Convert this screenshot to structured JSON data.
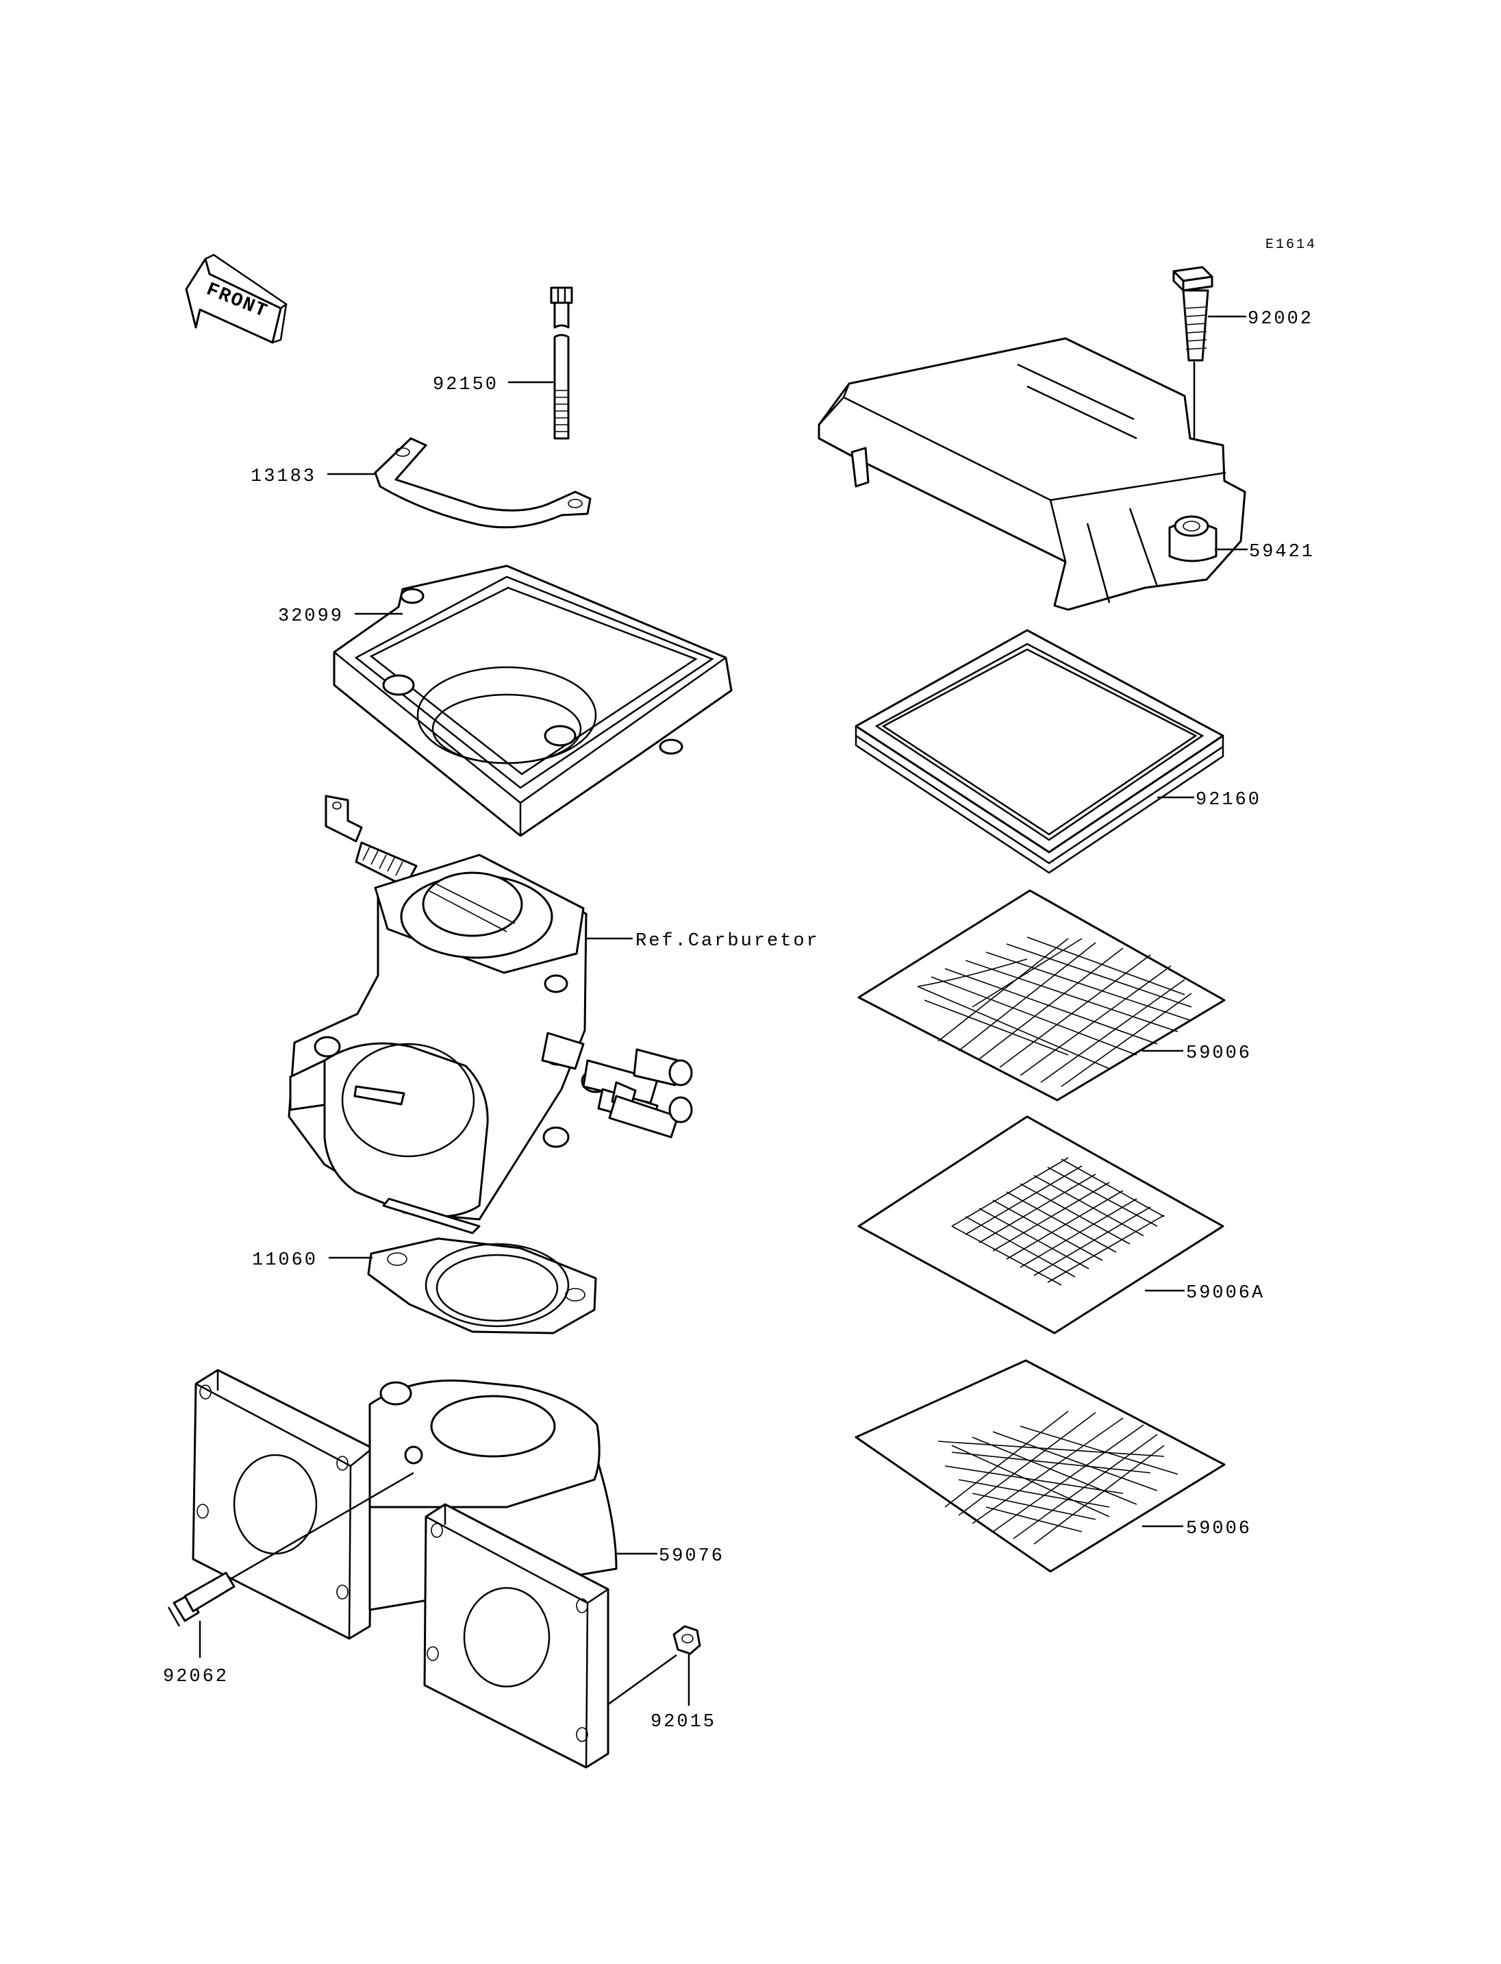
{
  "diagram_code": "E1614",
  "front_arrow": {
    "label": "FRONT",
    "icon": "front-direction-arrow-icon"
  },
  "callouts": {
    "p92150": "92150",
    "p13183": "13183",
    "p32099": "32099",
    "p92002": "92002",
    "p59421": "59421",
    "p92160": "92160",
    "carb": "Ref.Carburetor",
    "p59006_top": "59006",
    "p59006A": "59006A",
    "p59006_bottom": "59006",
    "p11060": "11060",
    "p59076": "59076",
    "p92062": "92062",
    "p92015": "92015"
  }
}
